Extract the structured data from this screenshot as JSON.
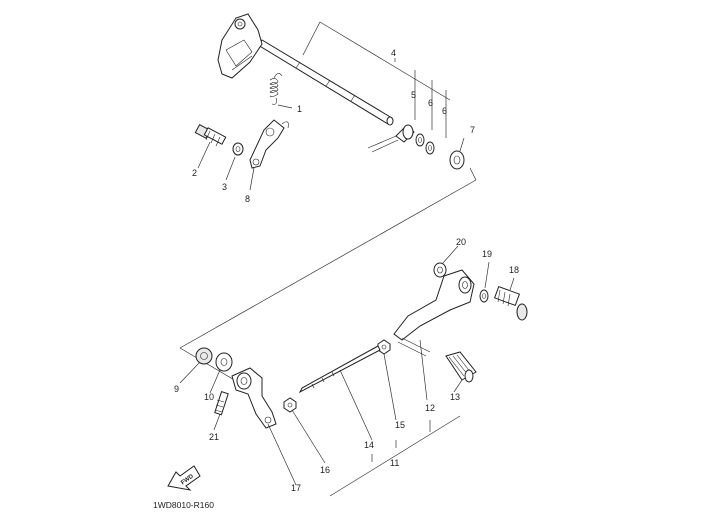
{
  "diagram": {
    "figure_code": "1WD8010-R160",
    "fwd_label": "FWD",
    "callouts": [
      "1",
      "2",
      "3",
      "4",
      "5",
      "6",
      "6",
      "7",
      "8",
      "9",
      "10",
      "11",
      "12",
      "13",
      "14",
      "15",
      "16",
      "17",
      "18",
      "19",
      "20",
      "21"
    ]
  }
}
